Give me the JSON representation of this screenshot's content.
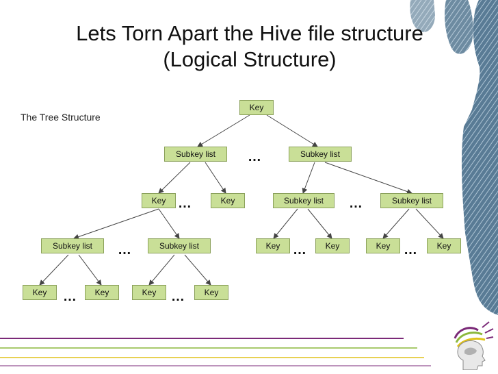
{
  "slide": {
    "title_line1": "Lets Torn Apart the Hive file structure",
    "title_line2": "(Logical Structure)",
    "subtitle": "The Tree Structure"
  },
  "diagram": {
    "ellipsis": "…",
    "nodes": {
      "root": "Key",
      "l1_left": "Subkey list",
      "l1_right": "Subkey list",
      "l2_key_a": "Key",
      "l2_key_b": "Key",
      "l2_sub_a": "Subkey list",
      "l2_sub_b": "Subkey list",
      "l3_sub_a": "Subkey list",
      "l3_sub_b": "Subkey list",
      "l3_key_a": "Key",
      "l3_key_b": "Key",
      "l3_key_c": "Key",
      "l3_key_d": "Key",
      "l4_key_a": "Key",
      "l4_key_b": "Key",
      "l4_key_c": "Key",
      "l4_key_d": "Key"
    }
  },
  "colors": {
    "node_fill": "#c9df97",
    "node_border": "#8aa05a",
    "handprint": "#2d4f6a",
    "footer_purple": "#7b2a78",
    "footer_green": "#8cb83c",
    "footer_yellow": "#e0c21a"
  }
}
